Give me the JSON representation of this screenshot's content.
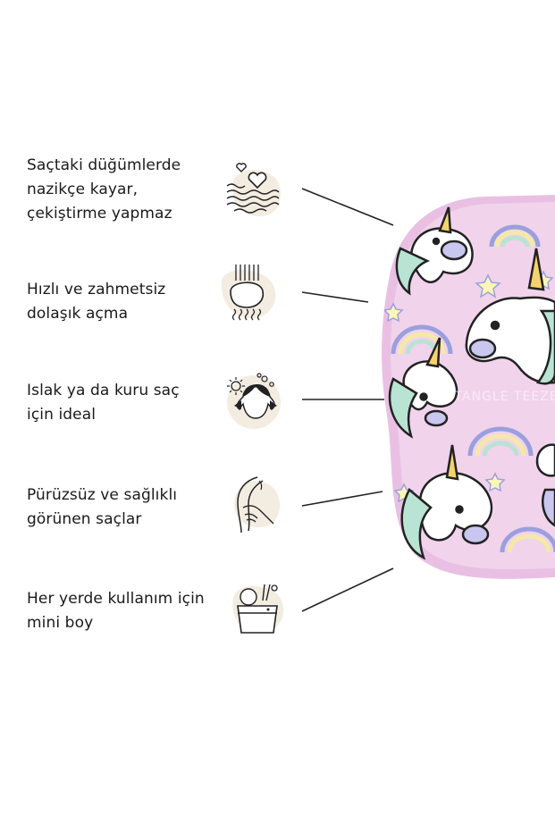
{
  "features": [
    {
      "lines": [
        "Saçtaki düğümlerde",
        "nazikçe kayar,",
        "çekiştirme yapmaz"
      ],
      "icon": "heart-waves-icon"
    },
    {
      "lines": [
        "Hızlı ve zahmetsiz",
        "dolaşık açma"
      ],
      "icon": "detangle-hair-icon"
    },
    {
      "lines": [
        "Islak ya da kuru saç",
        "için ideal"
      ],
      "icon": "wet-dry-hair-icon"
    },
    {
      "lines": [
        "Pürüzsüz ve sağlıklı",
        "görünen saçlar"
      ],
      "icon": "smooth-hair-icon"
    },
    {
      "lines": [
        "Her yerde kullanım için",
        "mini boy"
      ],
      "icon": "travel-bag-icon"
    }
  ],
  "product": {
    "watermark": "TANGLE TEEZER",
    "icon": "unicorn-brush-image"
  },
  "colors": {
    "blob": "#f3ece1",
    "brush": "#f1d3ec",
    "rim": "#e9c0e3",
    "line": "#222222"
  }
}
